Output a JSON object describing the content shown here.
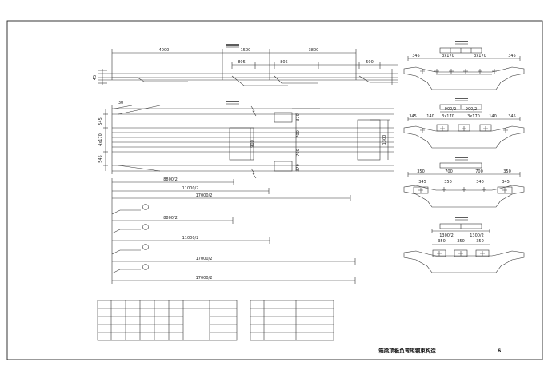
{
  "title_block": {
    "drawing_title": "箱梁顶板负弯矩钢束构造",
    "sheet_number": "6"
  },
  "elevation_dims": {
    "seg1": "4000",
    "seg2": "1500",
    "seg3": "3800",
    "sub_a": "805",
    "sub_b": "805",
    "sub_c": "500",
    "left_height": "45"
  },
  "plan_dims": {
    "angle": "30",
    "left_top": "545",
    "left_mid": "4x170",
    "left_bot": "545",
    "anchor_top": "370",
    "inner_left": "900",
    "inner_right1": "700",
    "inner_right2": "700",
    "anchor_bot": "370",
    "right_total": "1300",
    "half_len_1": "8800/2",
    "half_len_2": "11000/2",
    "half_len_3": "17000/2"
  },
  "tendon_dims": {
    "t1": "8800/2",
    "t2": "11000/2",
    "t3": "17000/2",
    "t4": "17000/2"
  },
  "sections": [
    {
      "dims_top": [
        "345",
        "3x170",
        "3x170",
        "345"
      ],
      "dims_mid": []
    },
    {
      "dims_top": [
        "900/2",
        "900/2"
      ],
      "dims_mid": [
        "345",
        "140",
        "3x170",
        "3x170",
        "140",
        "345"
      ]
    },
    {
      "dims_top": [
        "350",
        "700",
        "700",
        "350"
      ],
      "dims_mid": [
        "345",
        "350",
        "340",
        "345"
      ]
    },
    {
      "dims_top": [
        "1300/2",
        "1300/2"
      ],
      "dims_mid": [
        "350",
        "350",
        "350"
      ]
    }
  ]
}
